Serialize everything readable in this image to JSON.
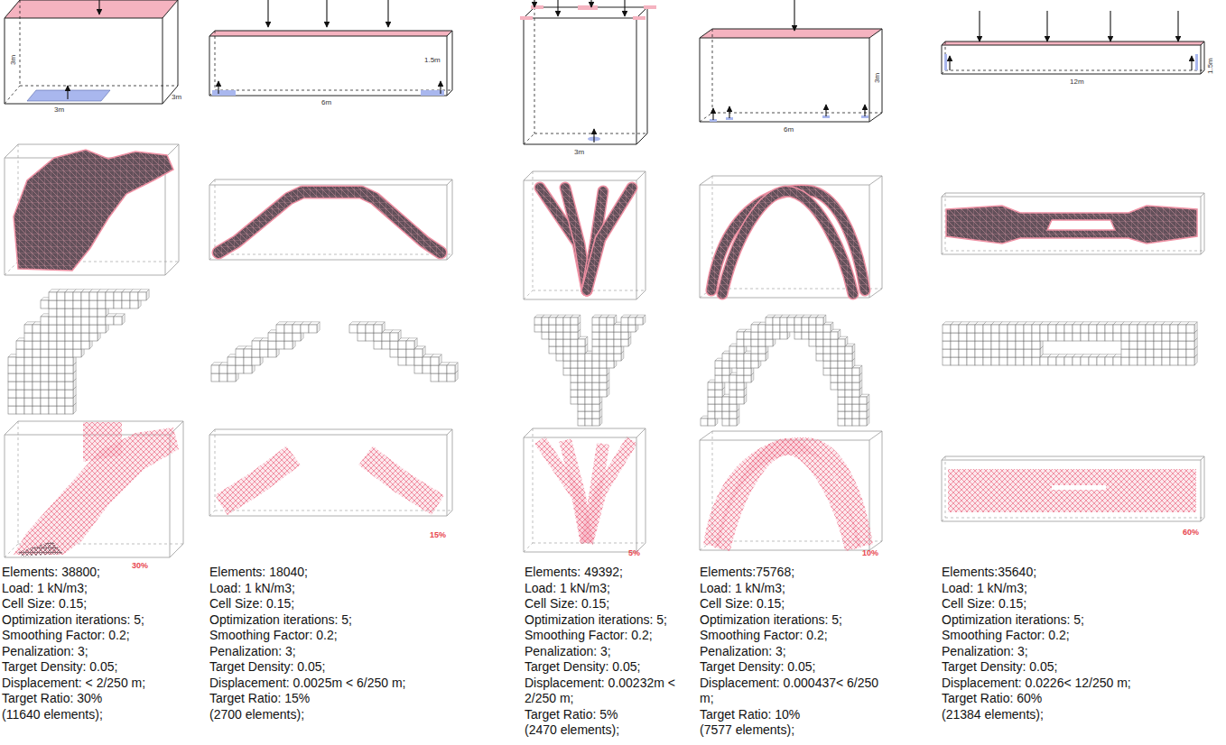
{
  "diagram": {
    "labels": [
      "3m",
      "3m",
      "3m",
      "30%",
      "Elements: 38800;",
      "Load: 1 kN/m3;",
      "Cell Size: 0.15;",
      "Optimization iterations: 5;",
      "Smoothing Factor: 0.2;",
      "Penalization: 3;",
      "Target Density: 0.05;",
      "Displacement: < 2/250 m;",
      "Target Ratio: 30%",
      "(11640 elements);",
      "1.5m",
      "6m",
      "15%",
      "Elements: 18040;",
      "Load: 1 kN/m3;",
      "Cell Size: 0.15;",
      "Optimization iterations: 5;",
      "Smoothing Factor: 0.2;",
      "Penalization: 3;",
      "Target Density: 0.05;",
      "Displacement: 0.0025m < 6/250 m;",
      "Target Ratio: 15%",
      "(2700 elements);",
      "3m",
      "5%",
      "Elements: 49392;",
      "Load: 1 kN/m3;",
      "Cell Size: 0.15;",
      "Optimization iterations: 5;",
      "Smoothing Factor: 0.2;",
      "Penalization: 3;",
      "Target Density: 0.05;",
      "Displacement: 0.00232m < 2/250 m;",
      "Target Ratio: 5%",
      "(2470 elements);",
      "3m",
      "6m",
      "10%",
      "Elements:75768;",
      "Load: 1 kN/m3;",
      "Cell Size: 0.15;",
      "Optimization iterations: 5;",
      "Smoothing Factor: 0.2;",
      "Penalization: 3;",
      "Target Density: 0.05;",
      "Displacement: 0.000437< 6/250 m;",
      "Target Ratio: 10%",
      "(7577 elements);",
      "1.5m",
      "12m",
      "60%",
      "Elements:35640;",
      "Load: 1 kN/m3;",
      "Cell Size: 0.15;",
      "Optimization iterations: 5;",
      "Smoothing Factor: 0.2;",
      "Penalization: 3;",
      "Target Density: 0.05;",
      "Displacement: 0.0226< 12/250 m;",
      "Target Ratio: 60%",
      "(21384 elements);"
    ]
  }
}
